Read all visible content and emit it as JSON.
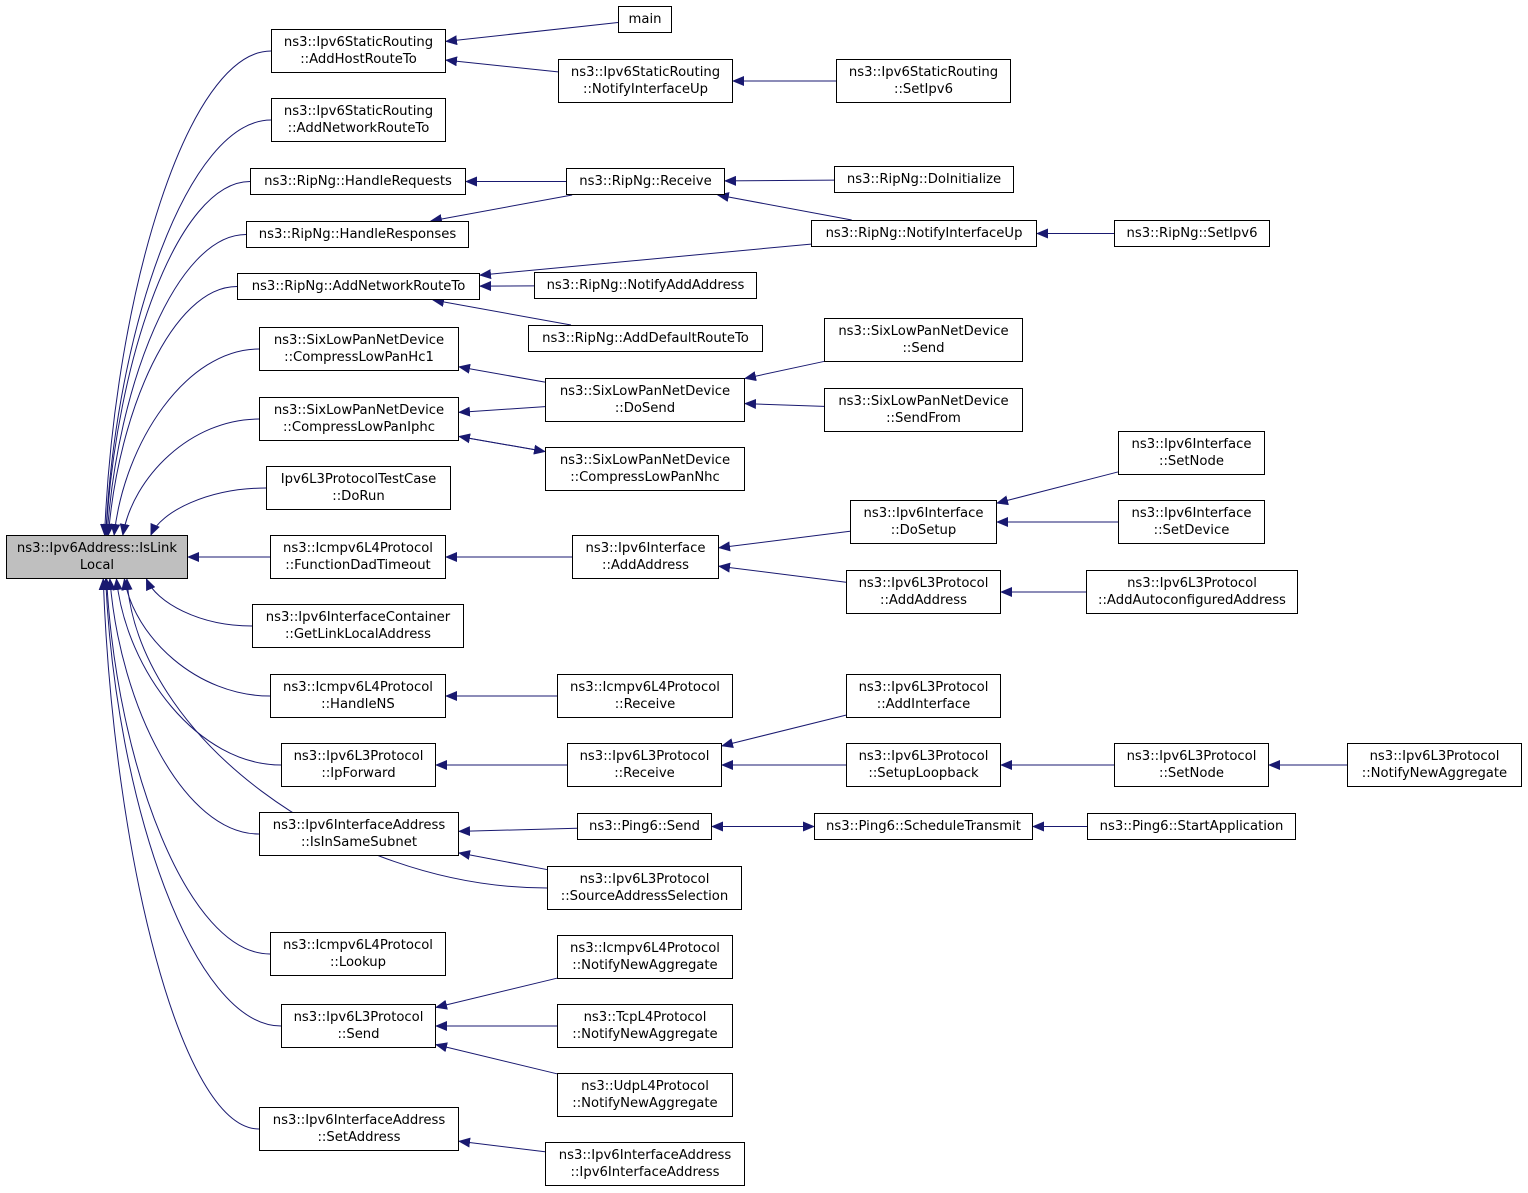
{
  "colors": {
    "edge": "#191970",
    "node_border": "#000000",
    "node_fill": "#ffffff",
    "root_fill": "#bfbfbf"
  },
  "nodes": [
    {
      "id": "root",
      "lines": [
        "ns3::Ipv6Address::IsLink",
        "Local"
      ],
      "root": true
    },
    {
      "id": "shr_addhost",
      "lines": [
        "ns3::Ipv6StaticRouting",
        "::AddHostRouteTo"
      ]
    },
    {
      "id": "main",
      "lines": [
        "main"
      ]
    },
    {
      "id": "shr_notify",
      "lines": [
        "ns3::Ipv6StaticRouting",
        "::NotifyInterfaceUp"
      ]
    },
    {
      "id": "shr_setipv6",
      "lines": [
        "ns3::Ipv6StaticRouting",
        "::SetIpv6"
      ]
    },
    {
      "id": "shr_addnet",
      "lines": [
        "ns3::Ipv6StaticRouting",
        "::AddNetworkRouteTo"
      ]
    },
    {
      "id": "rip_hreq",
      "lines": [
        "ns3::RipNg::HandleRequests"
      ]
    },
    {
      "id": "rip_recv",
      "lines": [
        "ns3::RipNg::Receive"
      ]
    },
    {
      "id": "rip_doinit",
      "lines": [
        "ns3::RipNg::DoInitialize"
      ]
    },
    {
      "id": "rip_hresp",
      "lines": [
        "ns3::RipNg::HandleResponses"
      ]
    },
    {
      "id": "rip_notify",
      "lines": [
        "ns3::RipNg::NotifyInterfaceUp"
      ]
    },
    {
      "id": "rip_setipv6",
      "lines": [
        "ns3::RipNg::SetIpv6"
      ]
    },
    {
      "id": "rip_addnet",
      "lines": [
        "ns3::RipNg::AddNetworkRouteTo"
      ]
    },
    {
      "id": "rip_notifyaddr",
      "lines": [
        "ns3::RipNg::NotifyAddAddress"
      ]
    },
    {
      "id": "rip_adddefault",
      "lines": [
        "ns3::RipNg::AddDefaultRouteTo"
      ]
    },
    {
      "id": "sl_hc1",
      "lines": [
        "ns3::SixLowPanNetDevice",
        "::CompressLowPanHc1"
      ]
    },
    {
      "id": "sl_send",
      "lines": [
        "ns3::SixLowPanNetDevice",
        "::Send"
      ]
    },
    {
      "id": "sl_dosend",
      "lines": [
        "ns3::SixLowPanNetDevice",
        "::DoSend"
      ]
    },
    {
      "id": "sl_sendfrom",
      "lines": [
        "ns3::SixLowPanNetDevice",
        "::SendFrom"
      ]
    },
    {
      "id": "sl_iphc",
      "lines": [
        "ns3::SixLowPanNetDevice",
        "::CompressLowPanIphc"
      ]
    },
    {
      "id": "sl_nhc",
      "lines": [
        "ns3::SixLowPanNetDevice",
        "::CompressLowPanNhc"
      ]
    },
    {
      "id": "tc_dorun",
      "lines": [
        "Ipv6L3ProtocolTestCase",
        "::DoRun"
      ]
    },
    {
      "id": "if_setnode",
      "lines": [
        "ns3::Ipv6Interface",
        "::SetNode"
      ]
    },
    {
      "id": "if_dosetup",
      "lines": [
        "ns3::Ipv6Interface",
        "::DoSetup"
      ]
    },
    {
      "id": "if_setdevice",
      "lines": [
        "ns3::Ipv6Interface",
        "::SetDevice"
      ]
    },
    {
      "id": "icmp_dad",
      "lines": [
        "ns3::Icmpv6L4Protocol",
        "::FunctionDadTimeout"
      ]
    },
    {
      "id": "if_addaddr",
      "lines": [
        "ns3::Ipv6Interface",
        "::AddAddress"
      ]
    },
    {
      "id": "l3_addaddr",
      "lines": [
        "ns3::Ipv6L3Protocol",
        "::AddAddress"
      ]
    },
    {
      "id": "l3_autoconf",
      "lines": [
        "ns3::Ipv6L3Protocol",
        "::AddAutoconfiguredAddress"
      ]
    },
    {
      "id": "ifc_getll",
      "lines": [
        "ns3::Ipv6InterfaceContainer",
        "::GetLinkLocalAddress"
      ]
    },
    {
      "id": "icmp_hns",
      "lines": [
        "ns3::Icmpv6L4Protocol",
        "::HandleNS"
      ]
    },
    {
      "id": "icmp_recv",
      "lines": [
        "ns3::Icmpv6L4Protocol",
        "::Receive"
      ]
    },
    {
      "id": "l3_addif",
      "lines": [
        "ns3::Ipv6L3Protocol",
        "::AddInterface"
      ]
    },
    {
      "id": "l3_ipfwd",
      "lines": [
        "ns3::Ipv6L3Protocol",
        "::IpForward"
      ]
    },
    {
      "id": "l3_recv",
      "lines": [
        "ns3::Ipv6L3Protocol",
        "::Receive"
      ]
    },
    {
      "id": "l3_setuplb",
      "lines": [
        "ns3::Ipv6L3Protocol",
        "::SetupLoopback"
      ]
    },
    {
      "id": "l3_setnode",
      "lines": [
        "ns3::Ipv6L3Protocol",
        "::SetNode"
      ]
    },
    {
      "id": "l3_notifyagg",
      "lines": [
        "ns3::Ipv6L3Protocol",
        "::NotifyNewAggregate"
      ]
    },
    {
      "id": "ia_samesub",
      "lines": [
        "ns3::Ipv6InterfaceAddress",
        "::IsInSameSubnet"
      ]
    },
    {
      "id": "ping_send",
      "lines": [
        "ns3::Ping6::Send"
      ]
    },
    {
      "id": "ping_sched",
      "lines": [
        "ns3::Ping6::ScheduleTransmit"
      ]
    },
    {
      "id": "ping_start",
      "lines": [
        "ns3::Ping6::StartApplication"
      ]
    },
    {
      "id": "l3_srcsel",
      "lines": [
        "ns3::Ipv6L3Protocol",
        "::SourceAddressSelection"
      ]
    },
    {
      "id": "icmp_lookup",
      "lines": [
        "ns3::Icmpv6L4Protocol",
        "::Lookup"
      ]
    },
    {
      "id": "icmp_notifyagg",
      "lines": [
        "ns3::Icmpv6L4Protocol",
        "::NotifyNewAggregate"
      ]
    },
    {
      "id": "l3_send",
      "lines": [
        "ns3::Ipv6L3Protocol",
        "::Send"
      ]
    },
    {
      "id": "tcp_notifyagg",
      "lines": [
        "ns3::TcpL4Protocol",
        "::NotifyNewAggregate"
      ]
    },
    {
      "id": "udp_notifyagg",
      "lines": [
        "ns3::UdpL4Protocol",
        "::NotifyNewAggregate"
      ]
    },
    {
      "id": "ia_setaddr",
      "lines": [
        "ns3::Ipv6InterfaceAddress",
        "::SetAddress"
      ]
    },
    {
      "id": "ia_ctor",
      "lines": [
        "ns3::Ipv6InterfaceAddress",
        "::Ipv6InterfaceAddress"
      ]
    }
  ],
  "edges": [
    [
      "shr_addhost",
      "root"
    ],
    [
      "shr_addnet",
      "root"
    ],
    [
      "rip_hreq",
      "root"
    ],
    [
      "rip_hresp",
      "root"
    ],
    [
      "rip_addnet",
      "root"
    ],
    [
      "sl_hc1",
      "root"
    ],
    [
      "sl_iphc",
      "root"
    ],
    [
      "tc_dorun",
      "root"
    ],
    [
      "icmp_dad",
      "root"
    ],
    [
      "ifc_getll",
      "root"
    ],
    [
      "icmp_hns",
      "root"
    ],
    [
      "l3_ipfwd",
      "root"
    ],
    [
      "ia_samesub",
      "root"
    ],
    [
      "l3_srcsel",
      "root"
    ],
    [
      "icmp_lookup",
      "root"
    ],
    [
      "l3_send",
      "root"
    ],
    [
      "ia_setaddr",
      "root"
    ],
    [
      "main",
      "shr_addhost"
    ],
    [
      "shr_notify",
      "shr_addhost"
    ],
    [
      "shr_setipv6",
      "shr_notify"
    ],
    [
      "rip_recv",
      "rip_hreq"
    ],
    [
      "rip_recv",
      "rip_hresp"
    ],
    [
      "rip_doinit",
      "rip_recv"
    ],
    [
      "rip_notify",
      "rip_recv"
    ],
    [
      "rip_setipv6",
      "rip_notify"
    ],
    [
      "rip_notify",
      "rip_addnet"
    ],
    [
      "rip_notifyaddr",
      "rip_addnet"
    ],
    [
      "rip_adddefault",
      "rip_addnet"
    ],
    [
      "sl_dosend",
      "sl_hc1"
    ],
    [
      "sl_send",
      "sl_dosend"
    ],
    [
      "sl_sendfrom",
      "sl_dosend"
    ],
    [
      "sl_dosend",
      "sl_iphc"
    ],
    [
      "sl_nhc",
      "sl_iphc"
    ],
    [
      "sl_iphc",
      "sl_nhc"
    ],
    [
      "if_addaddr",
      "icmp_dad"
    ],
    [
      "if_dosetup",
      "if_addaddr"
    ],
    [
      "l3_addaddr",
      "if_addaddr"
    ],
    [
      "if_setnode",
      "if_dosetup"
    ],
    [
      "if_setdevice",
      "if_dosetup"
    ],
    [
      "l3_autoconf",
      "l3_addaddr"
    ],
    [
      "icmp_recv",
      "icmp_hns"
    ],
    [
      "l3_recv",
      "l3_ipfwd"
    ],
    [
      "l3_addif",
      "l3_recv"
    ],
    [
      "l3_setuplb",
      "l3_recv"
    ],
    [
      "l3_setnode",
      "l3_setuplb"
    ],
    [
      "l3_notifyagg",
      "l3_setnode"
    ],
    [
      "ping_send",
      "ia_samesub"
    ],
    [
      "l3_srcsel",
      "ia_samesub"
    ],
    [
      "ping_sched",
      "ping_send"
    ],
    [
      "ping_send",
      "ping_sched"
    ],
    [
      "ping_start",
      "ping_sched"
    ],
    [
      "icmp_notifyagg",
      "l3_send"
    ],
    [
      "tcp_notifyagg",
      "l3_send"
    ],
    [
      "udp_notifyagg",
      "l3_send"
    ],
    [
      "ia_ctor",
      "ia_setaddr"
    ]
  ]
}
